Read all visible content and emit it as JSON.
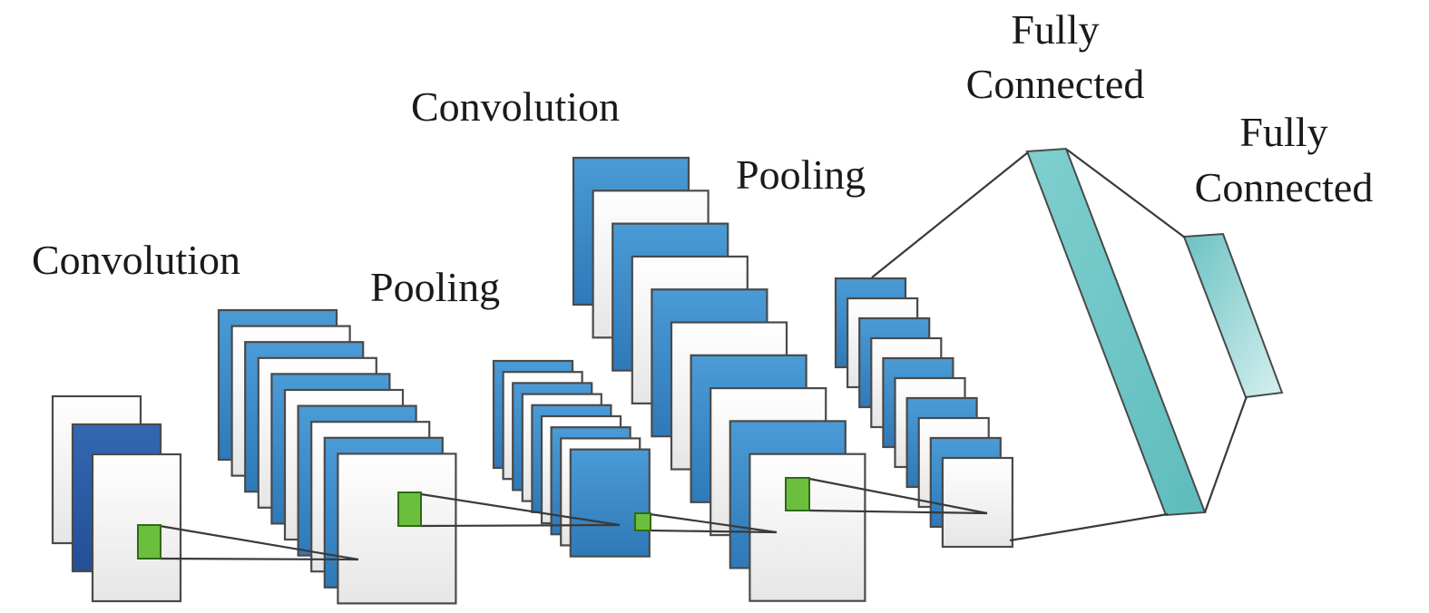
{
  "diagram": {
    "labels": {
      "conv1": "Convolution",
      "pool1": "Pooling",
      "conv2": "Convolution",
      "pool2": "Pooling",
      "fc1_line1": "Fully",
      "fc1_line2": "Connected",
      "fc2_line1": "Fully",
      "fc2_line2": "Connected"
    },
    "colors": {
      "map_blue": "#3d8fcb",
      "map_dark_blue": "#2a5ea8",
      "map_white": "#f4f4f4",
      "kernel_green": "#6cbf3c",
      "fc_teal": "#6fc6c6",
      "fc_light_teal": "#a8dcdc"
    }
  }
}
